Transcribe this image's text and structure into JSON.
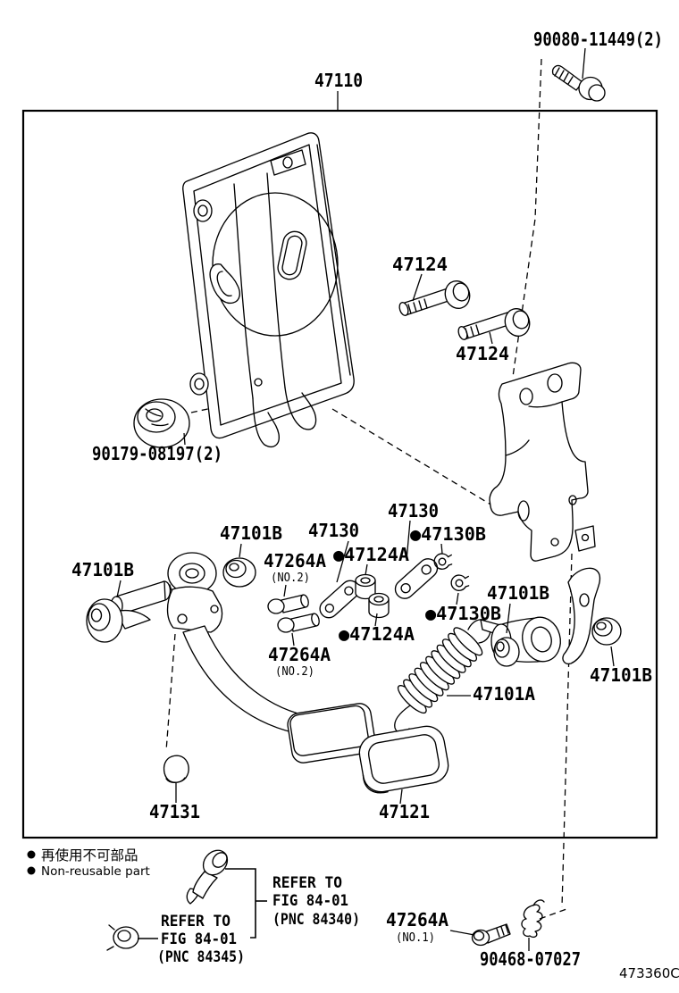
{
  "footer": {
    "drawing_code": "473360C"
  },
  "legend": {
    "jp": "再使用不可部品",
    "en": "Non-reusable part"
  },
  "refer": {
    "refer_to": "REFER TO",
    "fig": "FIG 84-01",
    "pnc_84340": "(PNC 84340)",
    "pnc_84345": "(PNC 84345)"
  },
  "parts": {
    "p47110": "47110",
    "p90080_11449": "90080-11449(2)",
    "p47124": "47124",
    "p90179_08197": "90179-08197(2)",
    "p47101B": "47101B",
    "p47130": "47130",
    "p47130B": "●47130B",
    "p47124A": "●47124A",
    "p47264A": "47264A",
    "no1": "(NO.1)",
    "no2": "(NO.2)",
    "p47101A": "47101A",
    "p47131": "47131",
    "p47121": "47121",
    "p90468_07027": "90468-07027"
  }
}
